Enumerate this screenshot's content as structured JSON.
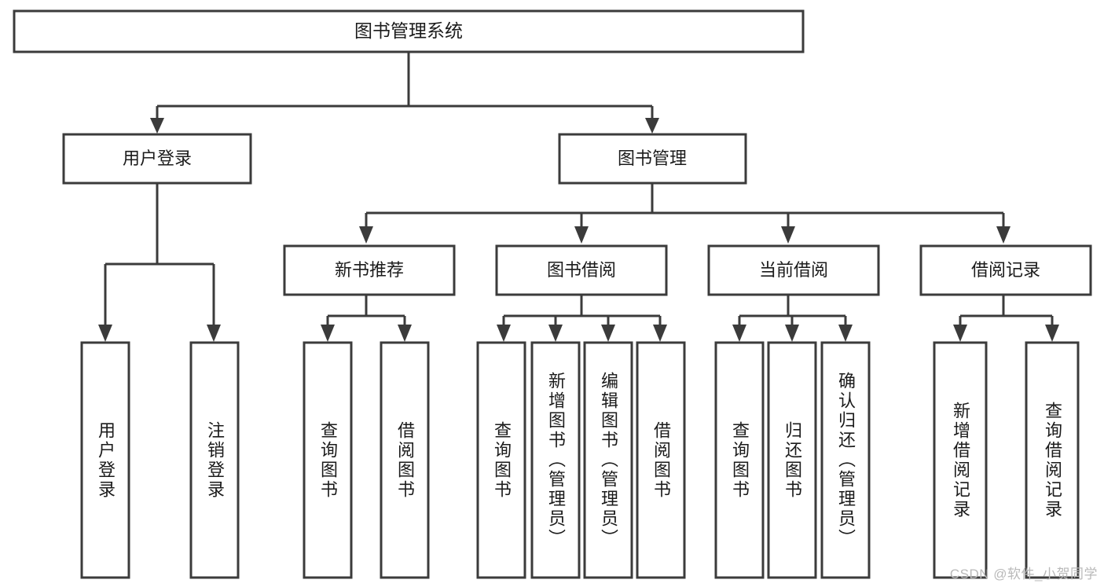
{
  "diagram": {
    "type": "tree",
    "title": "图书管理系统",
    "watermark": "CSDN @软件_小贺同学",
    "colors": {
      "box_stroke": "#3b3b3b",
      "box_fill": "#ffffff",
      "text": "#1b1b1b",
      "watermark": "#b9b9b9",
      "background": "#ffffff"
    },
    "levels": {
      "root": {
        "label": "图书管理系统"
      },
      "level2": [
        {
          "label": "用户登录"
        },
        {
          "label": "图书管理"
        }
      ],
      "level3": [
        {
          "label": "新书推荐"
        },
        {
          "label": "图书借阅"
        },
        {
          "label": "当前借阅"
        },
        {
          "label": "借阅记录"
        }
      ],
      "leaves": {
        "user_login": [
          {
            "label": "用户登录"
          },
          {
            "label": "注销登录"
          }
        ],
        "new_book_recommend": [
          {
            "label": "查询图书"
          },
          {
            "label": "借阅图书"
          }
        ],
        "book_borrow": [
          {
            "label": "查询图书"
          },
          {
            "label": "新增图书（管理员）"
          },
          {
            "label": "编辑图书（管理员）"
          },
          {
            "label": "借阅图书"
          }
        ],
        "current_borrow": [
          {
            "label": "查询图书"
          },
          {
            "label": "归还图书"
          },
          {
            "label": "确认归还（管理员）"
          }
        ],
        "borrow_record": [
          {
            "label": "新增借阅记录"
          },
          {
            "label": "查询借阅记录"
          }
        ]
      }
    }
  }
}
